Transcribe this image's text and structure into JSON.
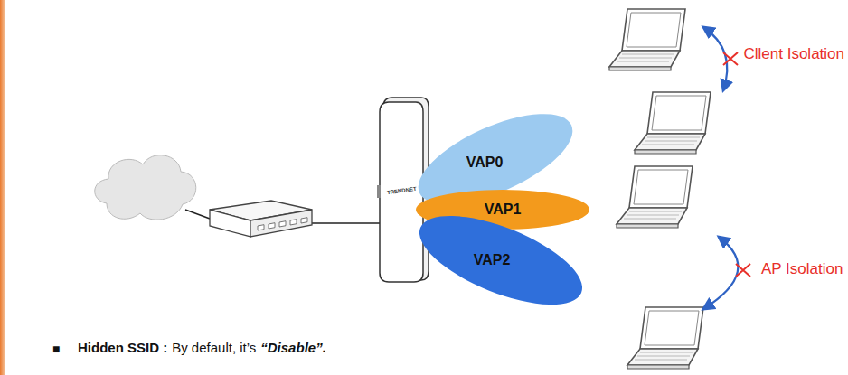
{
  "diagram": {
    "nodes": [
      {
        "text": [
          "VAP0"
        ]
      },
      {
        "text": [
          "VAP1"
        ]
      },
      {
        "text": [
          "VAP2"
        ]
      }
    ],
    "labels": [
      "Cllent Isolation",
      "AP Isolation",
      "TRENDNET",
      "■",
      "Hidden SSID :",
      "By default, it’s",
      "“Disable”."
    ]
  }
}
